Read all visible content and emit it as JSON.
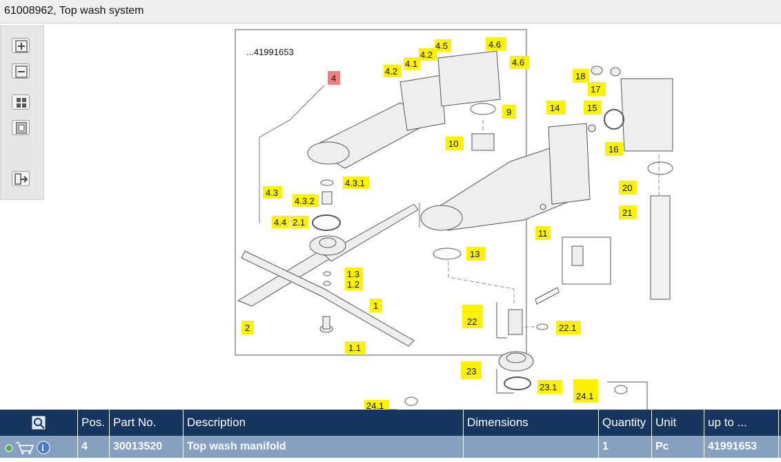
{
  "window": {
    "title": "61008962, Top wash system"
  },
  "toolbox": {
    "icons": [
      "zoom-in-icon",
      "zoom-out-icon",
      "fit-all-icon",
      "actual-size-icon",
      "export-icon"
    ]
  },
  "diagram": {
    "reference_label": "...41991653",
    "callouts": [
      "4",
      "4.5",
      "4.6",
      "4.6",
      "4.2",
      "4.1",
      "4.2",
      "9",
      "10",
      "4.3.1",
      "4.3",
      "4.3.2",
      "4.4",
      "2.1",
      "1.3",
      "1.2",
      "1",
      "2",
      "1.1",
      "18",
      "17",
      "14",
      "15",
      "16",
      "20",
      "21",
      "11",
      "13",
      "22",
      "22.1",
      "23",
      "23.1",
      "24.1",
      "24.1"
    ]
  },
  "table": {
    "columns": [
      "Pos.",
      "Part No.",
      "Description",
      "Dimensions",
      "Quantity",
      "Unit",
      "up to ..."
    ],
    "rows": [
      {
        "pos": "4",
        "part_no": "30013520",
        "description": "Top wash manifold",
        "dimensions": "",
        "quantity": "1",
        "unit": "Pc",
        "up_to": "41991653"
      }
    ]
  },
  "colors": {
    "header": "#16365f",
    "row": "#86a0c0",
    "callout": "#fff200",
    "highlight": "#f08080"
  }
}
